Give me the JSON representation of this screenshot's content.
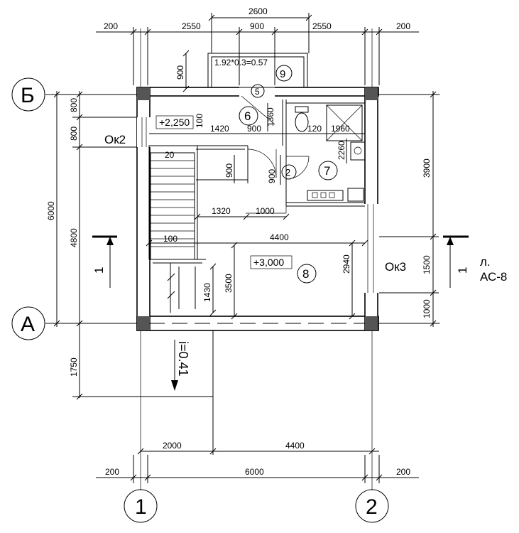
{
  "axes": {
    "B": "Б",
    "A": "А",
    "one": "1",
    "two": "2"
  },
  "dimensions": {
    "top_overall": "2600",
    "top_row": [
      "200",
      "2550",
      "900",
      "2550",
      "200"
    ],
    "bottom_row1": [
      "2000",
      "4400"
    ],
    "bottom_row2": [
      "200",
      "6000",
      "200"
    ],
    "left_outer": "6000",
    "left_inner": [
      "800",
      "800",
      "4800"
    ],
    "left_lower": "1750",
    "right": [
      "3900",
      "1500",
      "1000"
    ],
    "inner": {
      "d900_top": "900",
      "d100": "100",
      "d1420": "1420",
      "d900_mid": "900",
      "d1360": "1360",
      "d120": "120",
      "d1960": "1960",
      "d2260": "2260",
      "d20": "20",
      "d900_v": "900",
      "d900_door": "900",
      "d1320": "1320",
      "d1000": "1000",
      "d4400": "4400",
      "d100_stair": "100",
      "d2940": "2940",
      "d3500": "3500",
      "d1430": "1430"
    }
  },
  "annotations": {
    "formula": "1.92*0.3=0.57",
    "level_upper": "+2,250",
    "level_main": "+3,000",
    "window_ok2": "Ок2",
    "window_ok3": "Ок3",
    "slope": "i=0.41",
    "sheet_ref": "л.",
    "sheet_code": "АС-8",
    "section_mark": "1"
  },
  "rooms": [
    "9",
    "5",
    "6",
    "2",
    "7",
    "8"
  ]
}
